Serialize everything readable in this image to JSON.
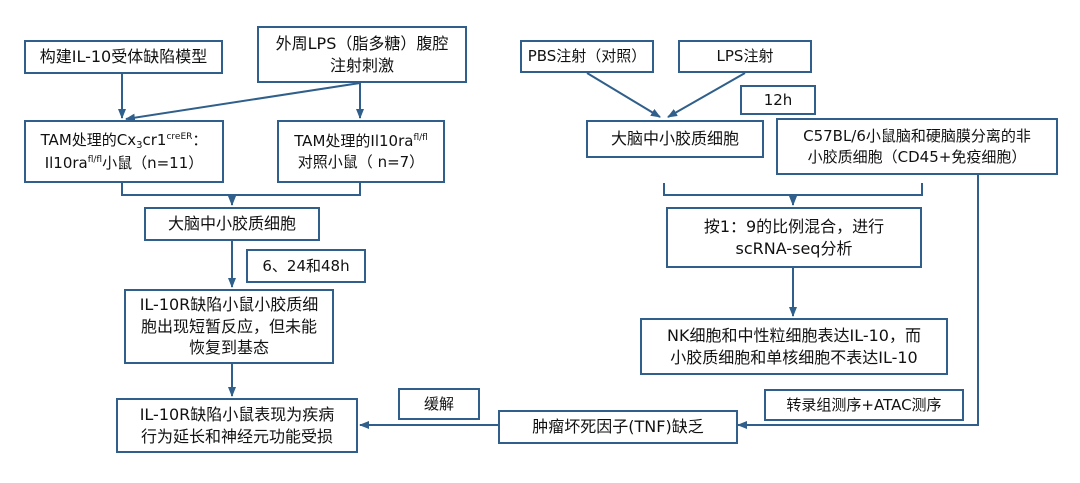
{
  "left": {
    "model": "构建IL-10受体缺陷模型",
    "lps_line1": "外周LPS（脂多糖）腹腔",
    "lps_line2": "注射刺激",
    "ko": {
      "prefix": "TAM处理的Cx",
      "sub": "3",
      "mid": "cr1",
      "sup": "creER",
      "suffix": "：",
      "l2_prefix": "Il10ra",
      "l2_sup": "fl/fl",
      "l2_suffix": "小鼠（n=11）"
    },
    "ctrl": {
      "prefix": "TAM处理的Il10ra",
      "sup": "fl/fl",
      "line2": "对照小鼠（ n=7）"
    },
    "microglia": "大脑中小胶质细胞",
    "time": "6、24和48h",
    "transient_line1": "IL-10R缺陷小鼠小胶质细",
    "transient_line2": "胞出现短暂反应，但未能",
    "transient_line3": "恢复到基态",
    "result_line1": "IL-10R缺陷小鼠表现为疾病",
    "result_line2": "行为延长和神经元功能受损"
  },
  "right": {
    "pbs": "PBS注射（对照）",
    "lps": "LPS注射",
    "time": "12h",
    "microglia": "大脑中小胶质细胞",
    "nonmicroglia_line1": "C57BL/6小鼠脑和硬脑膜分离的非",
    "nonmicroglia_line2": "小胶质细胞（CD45+免疫细胞）",
    "mix_line1": "按1：9的比例混合，进行",
    "mix_line2": "scRNA-seq分析",
    "nk_line1": "NK细胞和中性粒细胞表达IL-10，而",
    "nk_line2": "小胶质细胞和单核细胞不表达IL-10",
    "seq": "转录组测序+ATAC测序",
    "tnf": "肿瘤坏死因子(TNF)缺乏",
    "relief": "缓解"
  },
  "colors": {
    "border": "#2f5f8a",
    "line": "#2f5f8a"
  }
}
